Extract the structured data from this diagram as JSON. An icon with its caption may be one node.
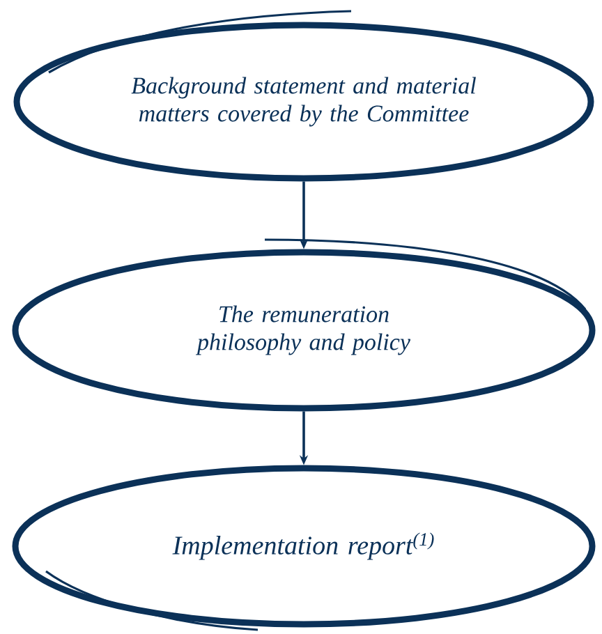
{
  "diagram": {
    "nodes": [
      {
        "text": [
          "Background statement and material matters covered by the Committee"
        ]
      },
      {
        "text": [
          "The remuneration philosophy and policy"
        ]
      },
      {
        "text": [
          "Implementation report$^{(1)}$"
        ]
      }
    ],
    "edges": [
      {
        "from": 0,
        "to": 1,
        "arrow": "to"
      },
      {
        "from": 1,
        "to": 2,
        "arrow": "to"
      }
    ]
  }
}
